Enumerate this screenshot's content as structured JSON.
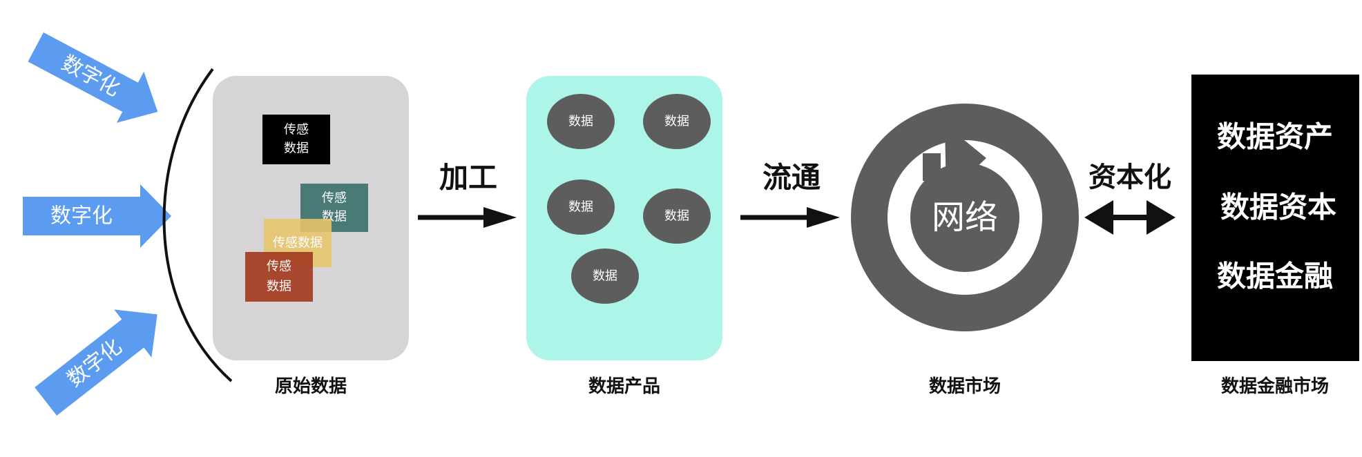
{
  "inputs": {
    "top_label": "数字化",
    "middle_label": "数字化",
    "bottom_label": "数字化"
  },
  "raw_data": {
    "caption": "原始数据",
    "card_black": "传感\n数据",
    "card_teal": "传感\n数据",
    "card_yellow": "传感数据",
    "card_red": "传感\n数据"
  },
  "process_arrow": {
    "label": "加工"
  },
  "data_products": {
    "caption": "数据产品",
    "items": [
      "数据",
      "数据",
      "数据",
      "数据",
      "数据"
    ]
  },
  "flow_arrow": {
    "label": "流通"
  },
  "data_market": {
    "caption": "数据市场",
    "center_label": "网络"
  },
  "capitalization_arrow": {
    "label": "资本化"
  },
  "financial_market": {
    "caption": "数据金融市场",
    "items": [
      "数据资产",
      "数据资本",
      "数据金融"
    ]
  },
  "colors": {
    "blue_arrow": "#5b9cf0",
    "raw_panel": "#d6d4d6",
    "product_panel": "#adf5e8",
    "bubble": "#5d5d5d",
    "network_ring": "#5d5d5d",
    "finance_panel": "#000000",
    "card_black": "#000000",
    "card_teal": "#4a7a75",
    "card_yellow": "#e8c46a",
    "card_red": "#a43f24"
  }
}
